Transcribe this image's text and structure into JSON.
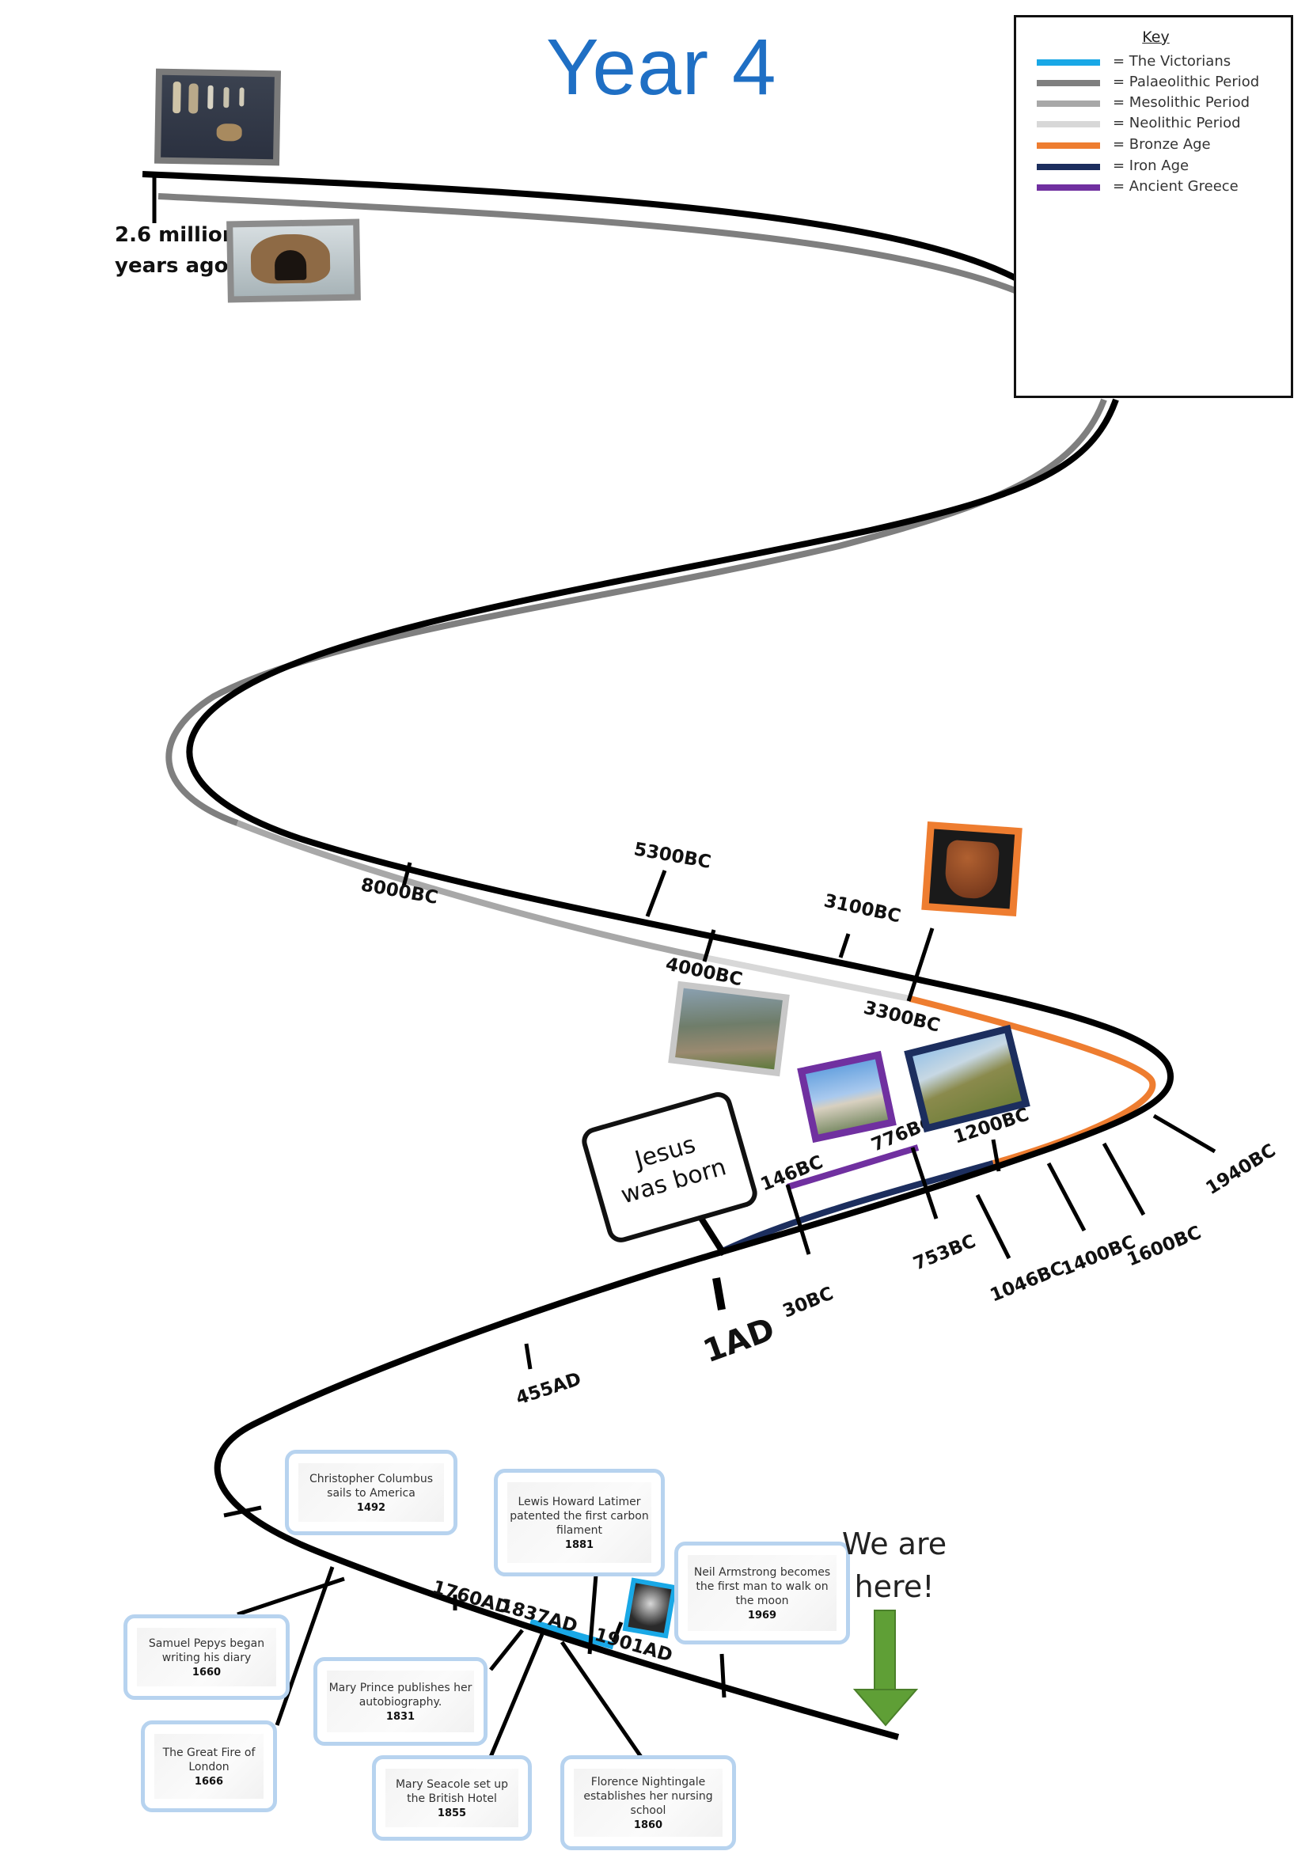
{
  "page": {
    "title": "Year 4",
    "jesus_note": [
      "Jesus",
      "was born"
    ],
    "here_note": [
      "We are",
      "here!"
    ]
  },
  "key": {
    "title": "Key",
    "items": [
      {
        "label": "= The Victorians",
        "color": "#19a8e6"
      },
      {
        "label": "= Palaeolithic Period",
        "color": "#7f7f7f"
      },
      {
        "label": "= Mesolithic Period",
        "color": "#a8a8a8"
      },
      {
        "label": "= Neolithic Period",
        "color": "#d8d8d8"
      },
      {
        "label": "= Bronze Age",
        "color": "#ee7d30"
      },
      {
        "label": "= Iron Age",
        "color": "#1c2e5e"
      },
      {
        "label": "= Ancient Greece",
        "color": "#7030a0"
      }
    ]
  },
  "timeline": {
    "start_label": [
      "2.6 million",
      "years ago"
    ],
    "dates": [
      "8000BC",
      "5300BC",
      "4000BC",
      "3100BC",
      "3300BC",
      "1940BC",
      "1600BC",
      "1400BC",
      "1046BC",
      "753BC",
      "1200BC",
      "776BC",
      "146BC",
      "30BC",
      "1AD",
      "455AD",
      "1760AD",
      "1837AD",
      "1901AD"
    ]
  },
  "events": [
    {
      "text": "Christopher Columbus sails to America",
      "year": "1492"
    },
    {
      "text": "Lewis Howard Latimer patented the first carbon filament",
      "year": "1881"
    },
    {
      "text": "Neil Armstrong becomes the first man to walk on the moon",
      "year": "1969"
    },
    {
      "text": "Samuel Pepys began writing his diary",
      "year": "1660"
    },
    {
      "text": "Mary Prince publishes her autobiography.",
      "year": "1831"
    },
    {
      "text": "The Great Fire of London",
      "year": "1666"
    },
    {
      "text": "Mary Seacole set up the British Hotel",
      "year": "1855"
    },
    {
      "text": "Florence Nightingale establishes her nursing school",
      "year": "1860"
    }
  ],
  "icons": [
    "artefact-photo",
    "skull-photo",
    "pottery-photo",
    "village-photo",
    "temple-photo",
    "landscape-photo",
    "portrait-photo",
    "down-arrow-icon"
  ]
}
